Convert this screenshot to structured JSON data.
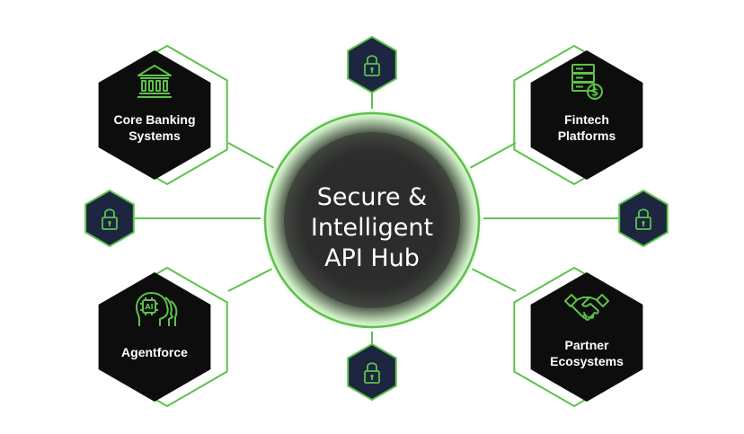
{
  "hub": {
    "lines": [
      "Secure &",
      "Intelligent",
      "API Hub"
    ]
  },
  "nodes": [
    {
      "id": "core-banking",
      "lines": [
        "Core Banking",
        "Systems"
      ],
      "icon": "bank-icon"
    },
    {
      "id": "fintech",
      "lines": [
        "Fintech",
        "Platforms"
      ],
      "icon": "server-dollar-icon"
    },
    {
      "id": "agentforce",
      "lines": [
        "Agentforce"
      ],
      "icon": "ai-brain-icon"
    },
    {
      "id": "partner",
      "lines": [
        "Partner",
        "Ecosystems"
      ],
      "icon": "handshake-icon"
    }
  ],
  "locks": [
    {
      "id": "top",
      "icon": "lock-icon"
    },
    {
      "id": "left",
      "icon": "lock-icon"
    },
    {
      "id": "right",
      "icon": "lock-icon"
    },
    {
      "id": "bottom",
      "icon": "lock-icon"
    }
  ],
  "colors": {
    "accent": "#5cc24a",
    "hexFill": "#0d0d0d",
    "lockFill": "#1d2540",
    "hubFill": "#2e2e2e",
    "text": "#ffffff"
  }
}
